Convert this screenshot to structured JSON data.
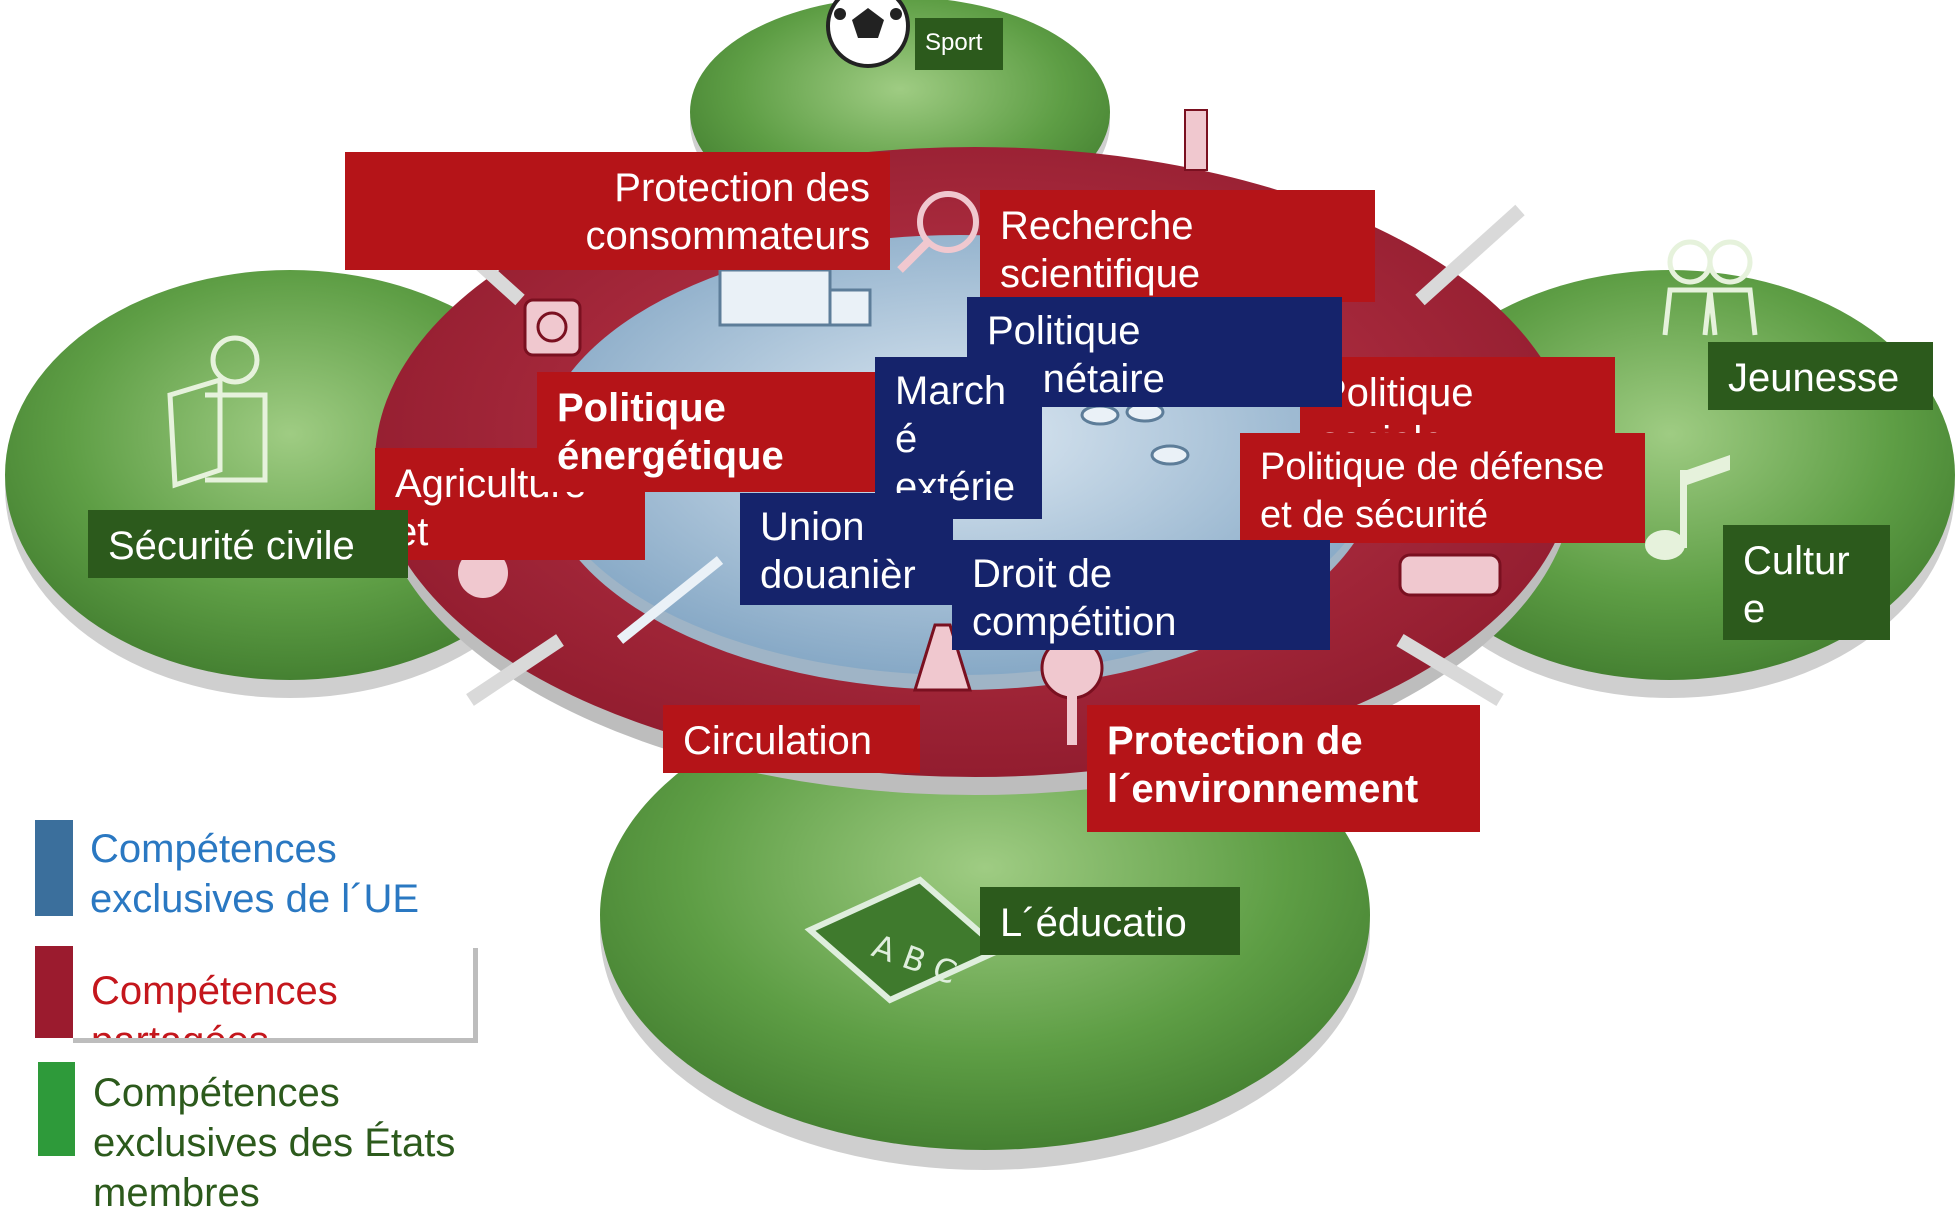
{
  "diagram": {
    "sport_label": "Sport",
    "exclusive_eu": {
      "color": "#15236b",
      "items": [
        {
          "key": "politique_monetaire",
          "text": "Politique\nmonétaire"
        },
        {
          "key": "marche_exterieur",
          "text": "March\né\nextérie\nur"
        },
        {
          "key": "union_douaniere",
          "text": "Union\ndouanièr\ne"
        },
        {
          "key": "droit_competition",
          "text": "Droit de\ncompétition"
        }
      ]
    },
    "shared": {
      "color": "#b51418",
      "items": [
        {
          "key": "protection_consommateurs",
          "text": "Protection des\nconsommateurs"
        },
        {
          "key": "recherche_scientifique",
          "text": "Recherche\nscientifique"
        },
        {
          "key": "politique_energetique",
          "text": "Politique\nénergétique"
        },
        {
          "key": "agriculture_peche",
          "text": "Agriculture et\npêche"
        },
        {
          "key": "politique_sociale",
          "text": "Politique\nsociale"
        },
        {
          "key": "politique_defense",
          "text": "Politique de défense\net de sécurité"
        },
        {
          "key": "circulation",
          "text": "Circulation"
        },
        {
          "key": "protection_environnement",
          "text": "Protection de\n l´environnement"
        }
      ]
    },
    "member_states": {
      "color": "#2c5a1c",
      "items": [
        {
          "key": "securite_civile",
          "text": "Sécurité civile"
        },
        {
          "key": "jeunesse",
          "text": "Jeunesse"
        },
        {
          "key": "culture",
          "text": "Cultur\ne"
        },
        {
          "key": "education",
          "text": "L´éducatio\nn"
        }
      ]
    }
  },
  "legend": [
    {
      "key": "eu",
      "text": "Compétences\nexclusives de l´UE",
      "bar_color": "#3b6f9c",
      "text_color": "#2a78c2"
    },
    {
      "key": "shared",
      "text": "Compétences\npartagées",
      "bar_color": "#9b1b2e",
      "text_color": "#c4161c"
    },
    {
      "key": "states",
      "text": "Compétences\nexclusives des États\nmembres",
      "bar_color": "#2e9a3a",
      "text_color": "#2c5a1c"
    }
  ]
}
